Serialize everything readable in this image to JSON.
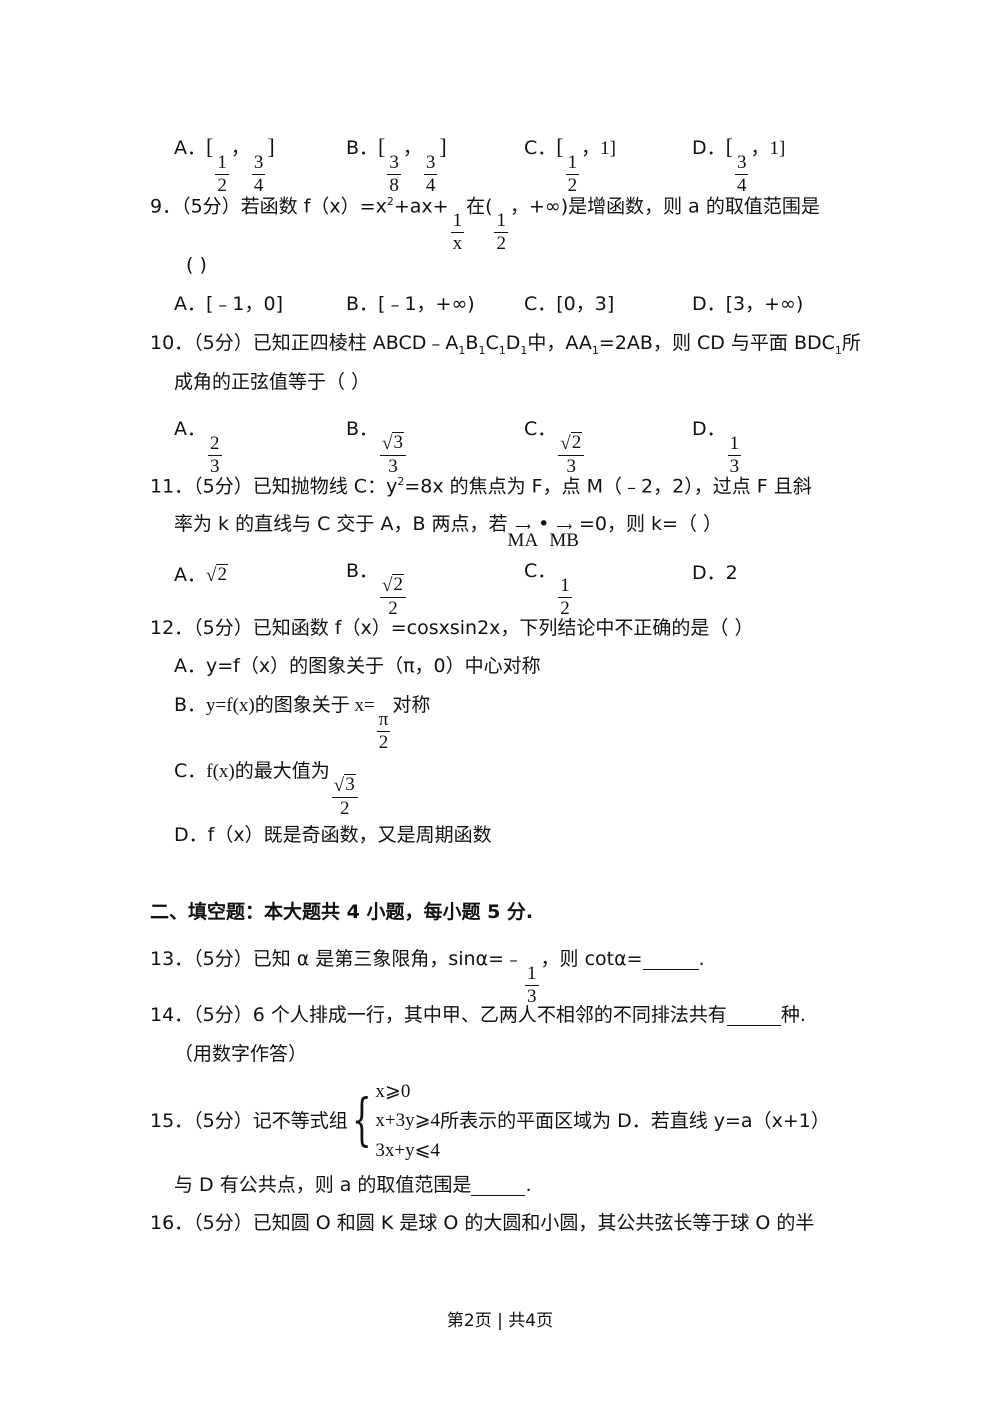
{
  "q8_options": {
    "a_label": "A．",
    "a_open": "[",
    "a_n1": "1",
    "a_d1": "2",
    "a_sep": "，",
    "a_n2": "3",
    "a_d2": "4",
    "a_close": "]",
    "b_label": "B．",
    "b_open": "[",
    "b_n1": "3",
    "b_d1": "8",
    "b_sep": "，",
    "b_n2": "3",
    "b_d2": "4",
    "b_close": "]",
    "c_label": "C．",
    "c_open": "[",
    "c_n1": "1",
    "c_d1": "2",
    "c_rest": "，1]",
    "d_label": "D．",
    "d_open": "[",
    "d_n1": "3",
    "d_d1": "4",
    "d_rest": "，1]"
  },
  "q9": {
    "stem_a": "9．（5分）若函数 f（x）=x",
    "sup2": "2",
    "stem_b": "+ax+",
    "frac_num": "1",
    "frac_den": "x",
    "stem_c": "在(",
    "frac2_num": "1",
    "frac2_den": "2",
    "stem_d": "，+∞)是增函数，则 a 的取值范围是",
    "paren": "(     )",
    "opt_a": "A．[﹣1，0]",
    "opt_b": "B．[﹣1，+∞)",
    "opt_c": "C．[0，3]",
    "opt_d": "D．[3，+∞)"
  },
  "q10": {
    "stem_a": "10．（5分）已知正四棱柱 ABCD﹣A",
    "s1": "1",
    "t1": "B",
    "s2": "1",
    "t2": "C",
    "s3": "1",
    "t3": "D",
    "s4": "1",
    "stem_b": "中，AA",
    "s5": "1",
    "stem_c": "=2AB，则 CD 与平面 BDC",
    "s6": "1",
    "stem_d": "所",
    "line2": "成角的正弦值等于（      ）",
    "a_label": "A．",
    "a_num": "2",
    "a_den": "3",
    "b_label": "B．",
    "b_rad": "3",
    "b_den": "3",
    "c_label": "C．",
    "c_rad": "2",
    "c_den": "3",
    "d_label": "D．",
    "d_num": "1",
    "d_den": "3"
  },
  "q11": {
    "stem_a": "11．（5分）已知抛物线 C：y",
    "sup2": "2",
    "stem_b": "=8x 的焦点为 F，点 M（﹣2，2），过点 F 且斜",
    "line2_a": "率为 k 的直线与 C 交于 A，B 两点，若",
    "vec1": "MA",
    "dot": "•",
    "vec2": "MB",
    "line2_b": "=0，则 k=（      ）",
    "a_label": "A．",
    "a_rad": "2",
    "b_label": "B．",
    "b_rad": "2",
    "b_den": "2",
    "c_label": "C．",
    "c_num": "1",
    "c_den": "2",
    "d_label": "D．2"
  },
  "q12": {
    "stem": "12．（5分）已知函数 f（x）=cosxsin2x，下列结论中不正确的是（      ）",
    "a": "A．y=f（x）的图象关于（π，0）中心对称",
    "b_label": "B．",
    "b_a": "y=f(x)的图象关于 x=",
    "b_num": "π",
    "b_den": "2",
    "b_b": "对称",
    "c_label": "C．",
    "c_a": "f(x)的最大值为",
    "c_rad": "3",
    "c_den": "2",
    "d": "D．f（x）既是奇函数，又是周期函数"
  },
  "section2": "二、填空题：本大题共 4 小题，每小题 5 分.",
  "q13": {
    "stem_a": "13．（5分）已知 α 是第三象限角，sinα=﹣",
    "num": "1",
    "den": "3",
    "stem_b": "，则 cotα=",
    "end": "."
  },
  "q14": {
    "stem_a": "14．（5分）6 个人排成一行，其中甲、乙两人不相邻的不同排法共有",
    "stem_b": "种.",
    "line2": "（用数字作答）"
  },
  "q15": {
    "stem_a": "15．（5分）记不等式组",
    "ineq1": "x⩾0",
    "ineq2": "x+3y⩾4",
    "ineq3": "3x+y⩽4",
    "stem_b": "所表示的平面区域为 D．若直线 y=a（x+1）",
    "line2_a": "与 D 有公共点，则 a 的取值范围是",
    "line2_b": "."
  },
  "q16": {
    "stem": "16．（5分）已知圆 O 和圆 K 是球 O 的大圆和小圆，其公共弦长等于球 O 的半"
  },
  "footer": "第2页 | 共4页"
}
